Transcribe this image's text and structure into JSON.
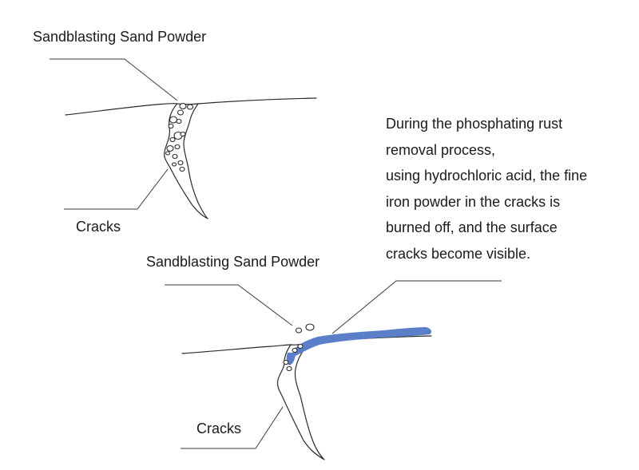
{
  "top_diagram": {
    "powder_label": "Sandblasting Sand Powder",
    "cracks_label": "Cracks"
  },
  "bottom_diagram": {
    "powder_label": "Sandblasting Sand Powder",
    "cracks_label": "Cracks",
    "highlight_color": "#5b7ec9"
  },
  "description": {
    "lines": [
      "During the phosphating rust",
      "removal process,",
      "using hydrochloric acid, the fine",
      "iron powder in the cracks is",
      "burned off, and the surface",
      "cracks become visible."
    ]
  }
}
